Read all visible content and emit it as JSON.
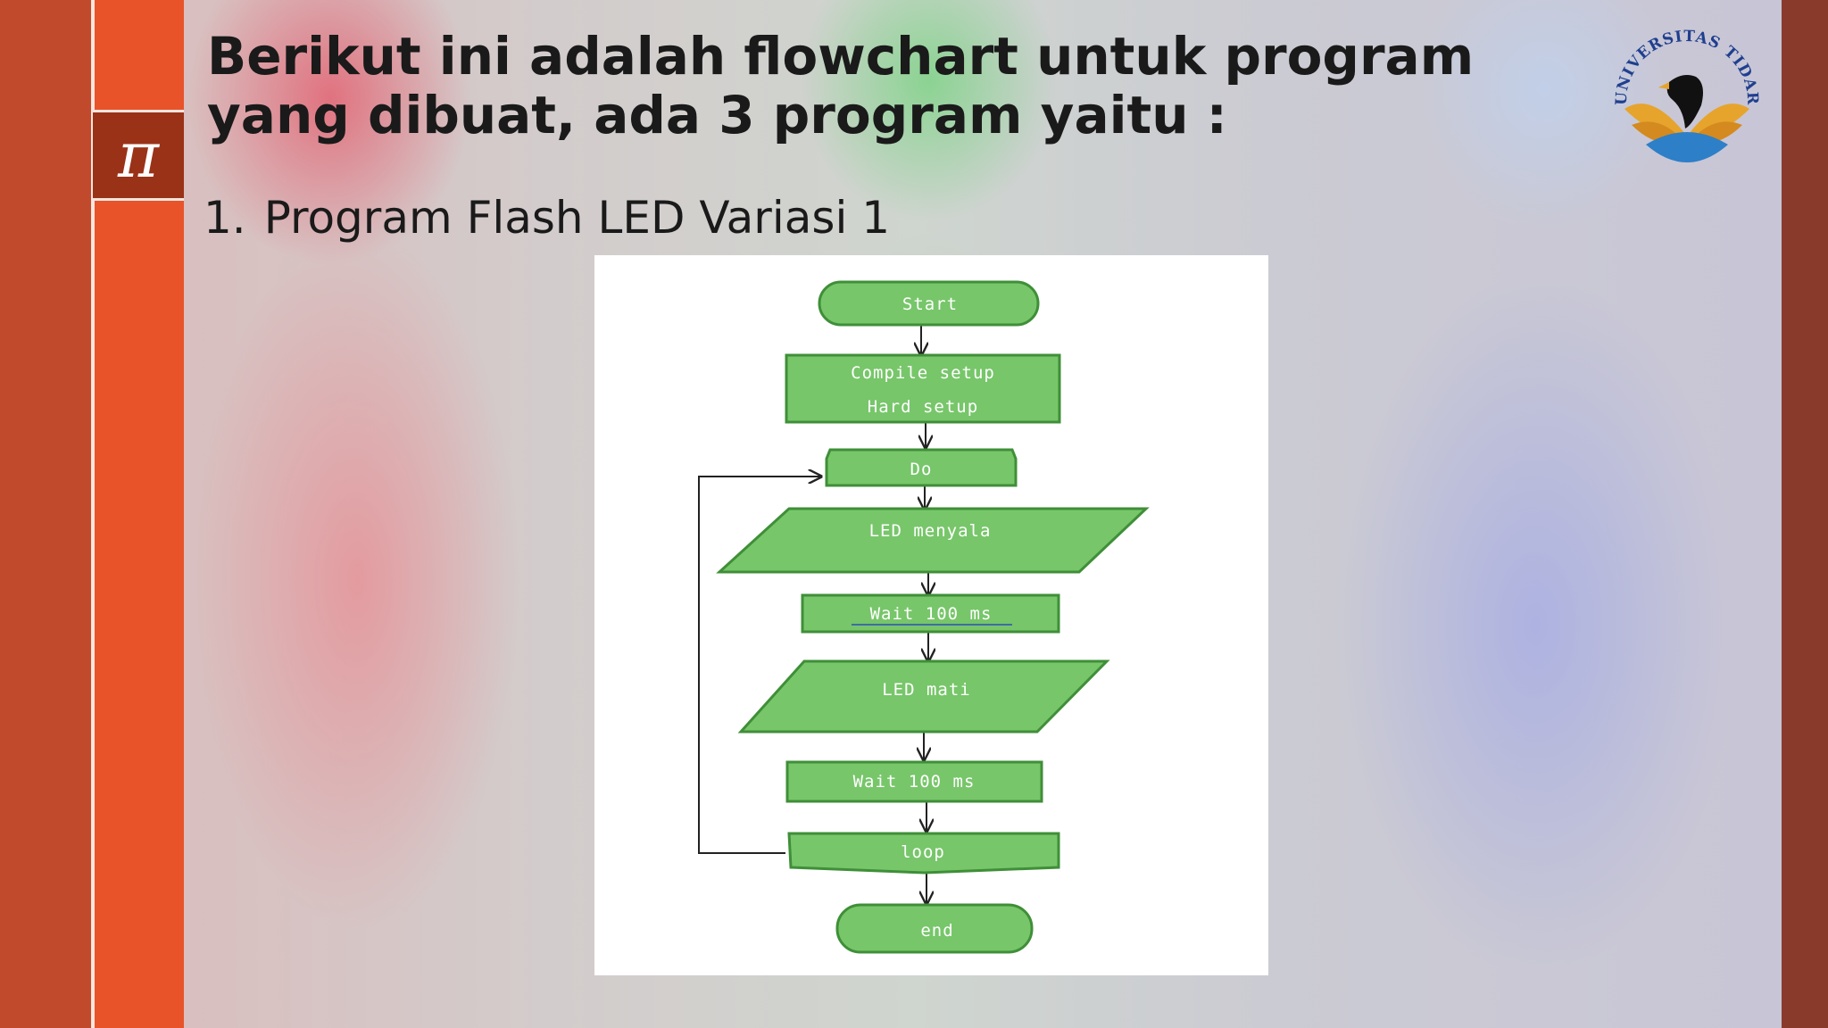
{
  "slide": {
    "title": "Berikut ini adalah flowchart untuk program yang dibuat, ada 3 program yaitu :",
    "list_number": "1.",
    "list_text": "Program Flash LED Variasi 1",
    "left_icon_glyph": "π"
  },
  "logo": {
    "text": "UNIVERSITAS TIDAR",
    "icon": "university-bird-emblem"
  },
  "flowchart": {
    "steps": [
      {
        "shape": "terminator",
        "label": "Start"
      },
      {
        "shape": "process",
        "label": "Compile setup",
        "label2": "Hard setup"
      },
      {
        "shape": "loop-start",
        "label": "Do"
      },
      {
        "shape": "io",
        "label": "LED  menyala"
      },
      {
        "shape": "process",
        "label": "Wait 100 ms"
      },
      {
        "shape": "io",
        "label": "LED mati"
      },
      {
        "shape": "process",
        "label": "Wait 100 ms"
      },
      {
        "shape": "loop-end",
        "label": "loop"
      },
      {
        "shape": "terminator",
        "label": "end"
      }
    ]
  },
  "colors": {
    "shape_fill": "#77c66a",
    "shape_stroke": "#3f8f38",
    "accent_orange": "#e8532a",
    "accent_dark": "#9a3218"
  }
}
